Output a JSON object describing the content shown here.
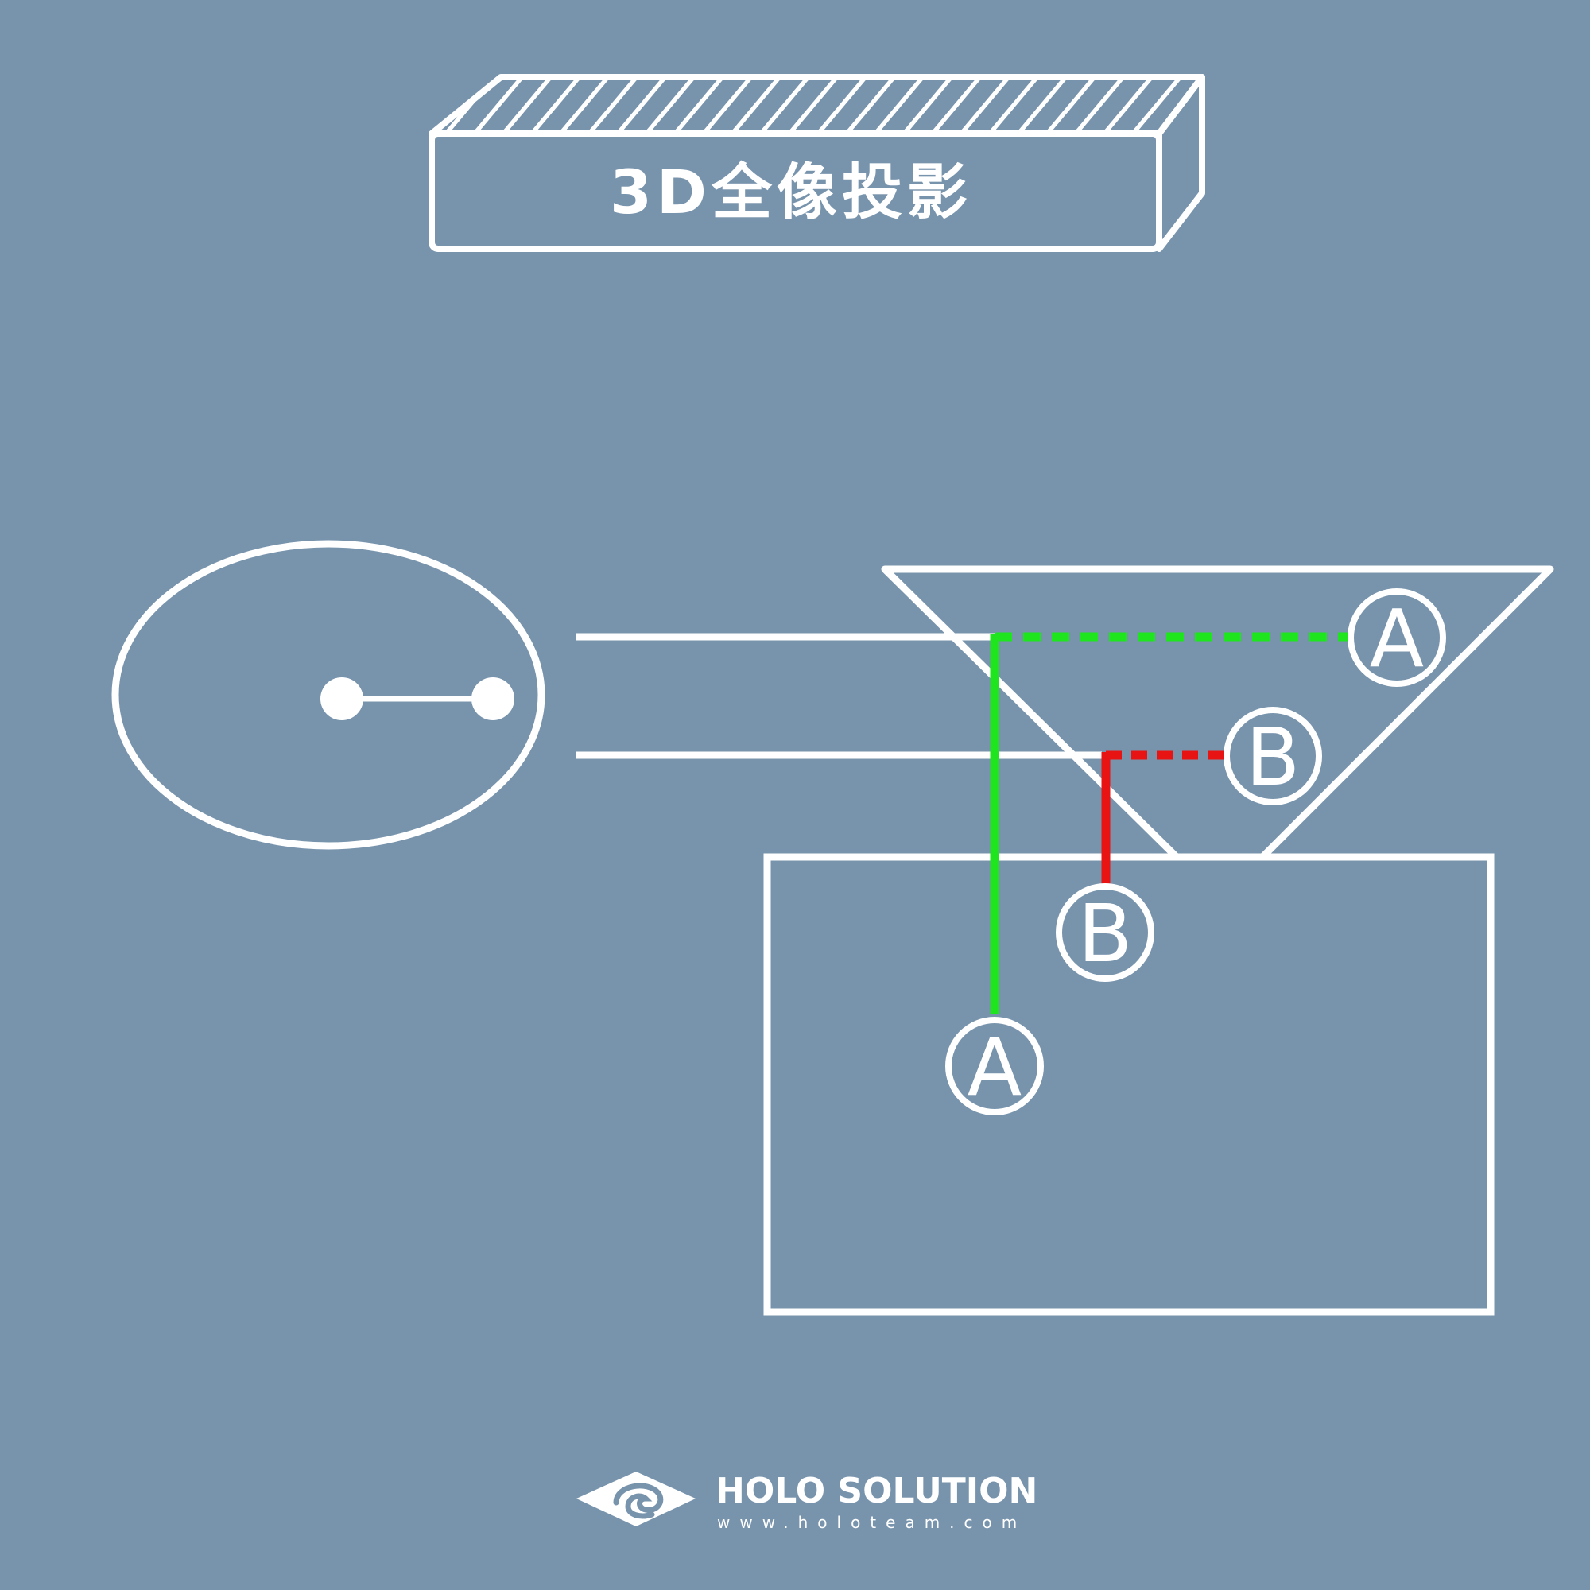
{
  "title": "3D全像投影",
  "labels": {
    "pyramid_a": "A",
    "pyramid_b": "B",
    "screen_b": "B",
    "screen_a": "A"
  },
  "brand": {
    "name": "HOLO SOLUTION",
    "url": "www.holoteam.com"
  },
  "colors": {
    "background": "#7894ad",
    "line": "#ffffff",
    "path_a": "#1ee51e",
    "path_b": "#e81414"
  }
}
